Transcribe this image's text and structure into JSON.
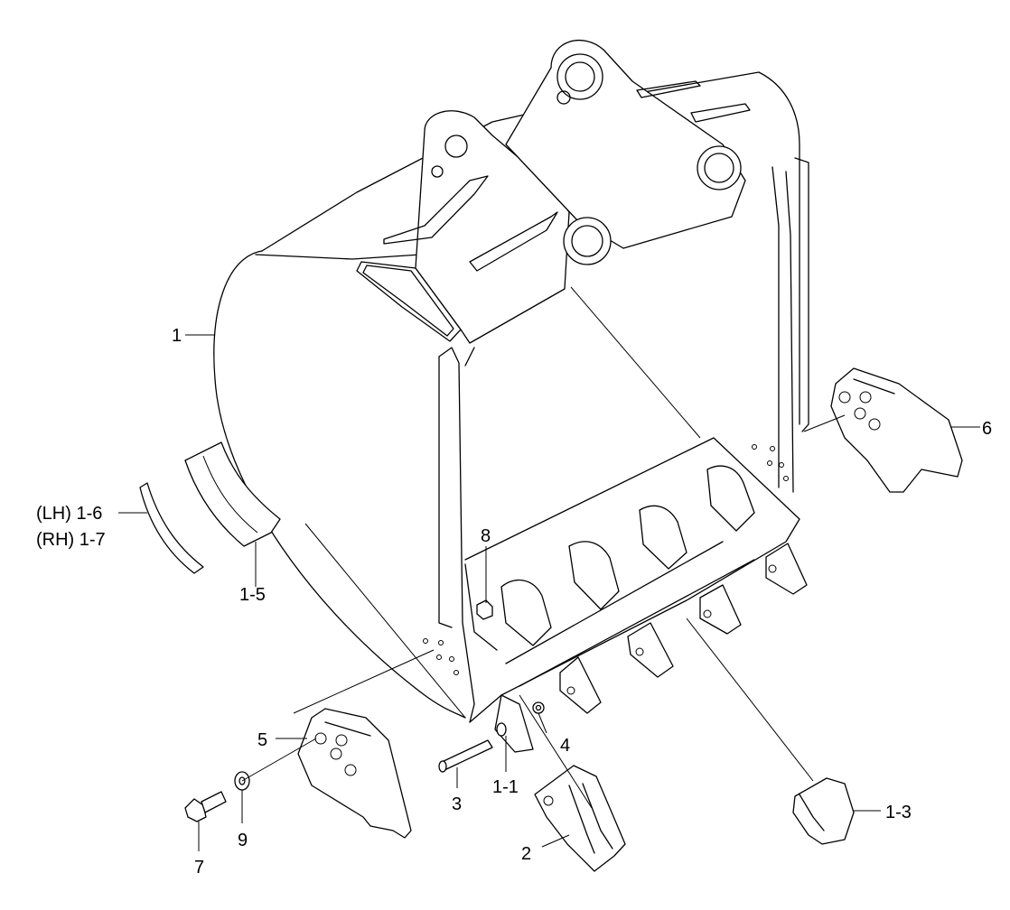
{
  "labels": {
    "l1": "1",
    "l1_6": "(LH) 1-6",
    "l1_7": "(RH) 1-7",
    "l1_5": "1-5",
    "l8": "8",
    "l5": "5",
    "l4": "4",
    "l3": "3",
    "l1_1": "1-1",
    "l9": "9",
    "l7": "7",
    "l2": "2",
    "l1_3": "1-3",
    "l6": "6"
  }
}
